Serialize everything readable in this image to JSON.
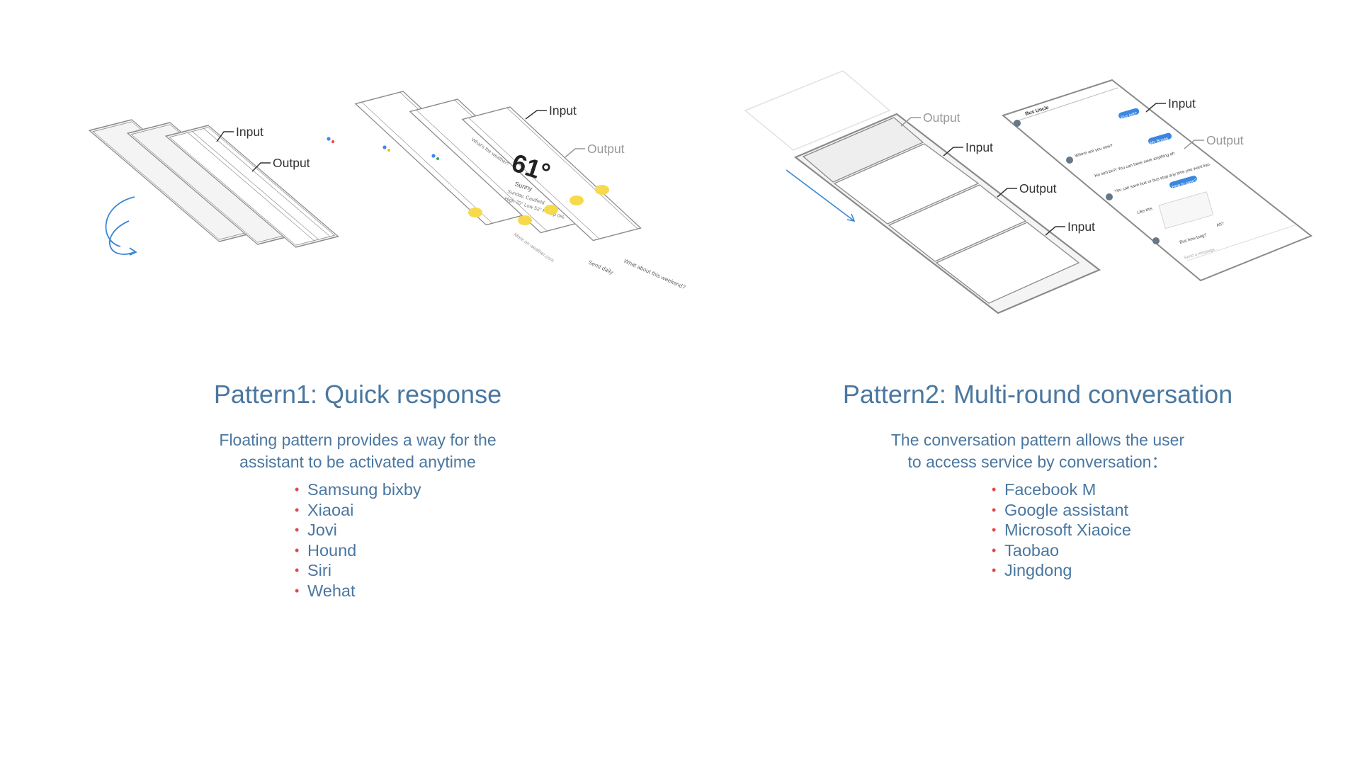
{
  "patterns": [
    {
      "title": "Pattern1: Quick response",
      "description_lines": [
        "Floating pattern provides a way for the",
        "assistant to be activated anytime"
      ],
      "items": [
        "Samsung bixby",
        "Xiaoai",
        "Jovi",
        "Hound",
        "Siri",
        "Wehat"
      ],
      "diagram": {
        "wireframe_labels": {
          "input": "Input",
          "output": "Output"
        },
        "screen_labels": {
          "input": "Input",
          "output": "Output"
        },
        "weather_card": {
          "temperature": "61°",
          "condition": "Sunny",
          "location": "Sunday, Caulfield",
          "details": "High 70° Low 52° Precip 0%",
          "prompt": "What's the weather?",
          "suggestion_chip": "Send daily",
          "followup": "What about this weekend?",
          "more_link": "More on weather.com"
        }
      }
    },
    {
      "title": "Pattern2: Multi-round conversation",
      "description_lines": [
        "The conversation pattern allows the user",
        "to access service by conversation："
      ],
      "items": [
        "Facebook M",
        "Google assistant",
        "Microsoft Xiaoice",
        "Taobao",
        "Jingdong"
      ],
      "diagram": {
        "stack_labels": [
          "Output",
          "Input",
          "Output",
          "Input"
        ],
        "chat_labels": {
          "input": "Input",
          "output": "Output"
        },
        "chat_screen": {
          "contact": "Bus Uncle",
          "messages": [
            "Bus left?",
            "My Buses",
            "Where are you now?",
            "Ho seh bo?! You can have save anything ah",
            "You can save bus or bus stop any time you want liao",
            "How to save?",
            "Like this",
            "Bus how long?",
            "Ah?"
          ],
          "composer_placeholder": "Send a message..."
        }
      }
    }
  ],
  "colors": {
    "text_blue": "#4a77a0",
    "bullet_red": "#e0494a",
    "wireframe_gray": "#8a8a8a",
    "callout_dark": "#333333",
    "callout_light": "#999999",
    "sun_yellow": "#f7d94c",
    "chat_bubble_blue": "#3b86e0",
    "arrow_blue": "#3a86d4"
  }
}
